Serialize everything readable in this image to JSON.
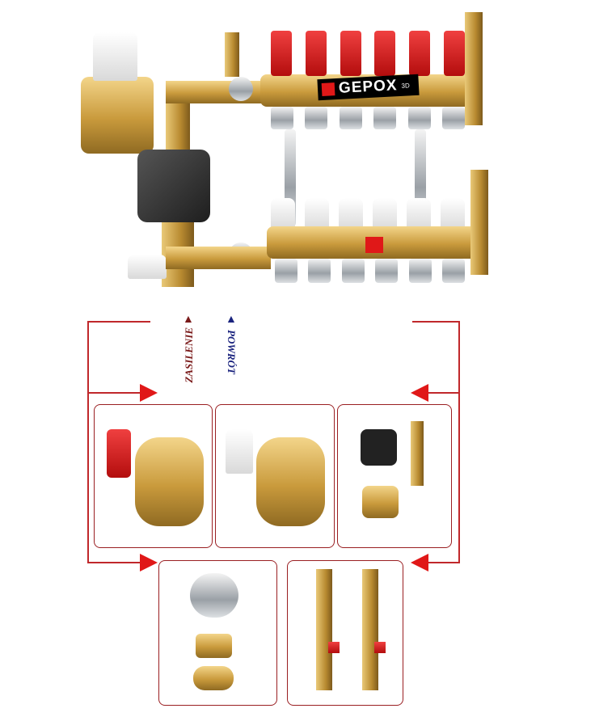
{
  "brand": {
    "logo_text": "GEPOX",
    "logo_sup": "3D"
  },
  "labels": {
    "supply": "ZASILENIE",
    "return": "POWRÓT"
  },
  "colors": {
    "brass": "#c99a3c",
    "accent_red": "#e01818",
    "line_red": "#c0282b",
    "supply_arrow": "#7a1a1a",
    "return_arrow": "#1a237e"
  }
}
